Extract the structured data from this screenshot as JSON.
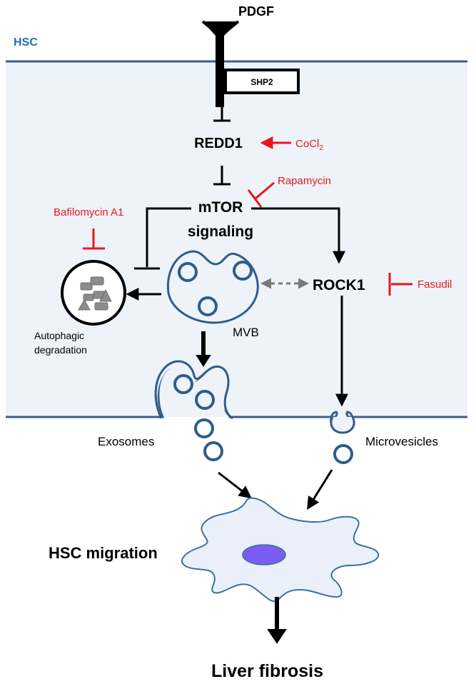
{
  "labels": {
    "pdgf": "PDGF",
    "hsc": "HSC",
    "shp2": "SHP2",
    "redd1": "REDD1",
    "cocl2": "CoCl",
    "cocl2_sub": "2",
    "mtor_line1": "mTOR",
    "mtor_line2": "signaling",
    "rapamycin": "Rapamycin",
    "bafilomycin": "Bafilomycin A1",
    "rock1": "ROCK1",
    "fasudil": "Fasudil",
    "mvb": "MVB",
    "autophagic_line1": "Autophagic",
    "autophagic_line2": "degradation",
    "exosomes": "Exosomes",
    "microvesicles": "Microvesicles",
    "hsc_migration": "HSC migration",
    "liver_fibrosis": "Liver fibrosis"
  },
  "colors": {
    "membrane": "#3d5f87",
    "cell_fill": "#eef3fa",
    "vesicle": "#2f5c8a",
    "inhibitor_red": "#e8161b",
    "black": "#000000",
    "hsc_label": "#1f6fb5",
    "dashed_arrow": "#7a7a7a",
    "cell_body_fill": "#e9f0fa",
    "nucleus": "#7a5cf0"
  }
}
